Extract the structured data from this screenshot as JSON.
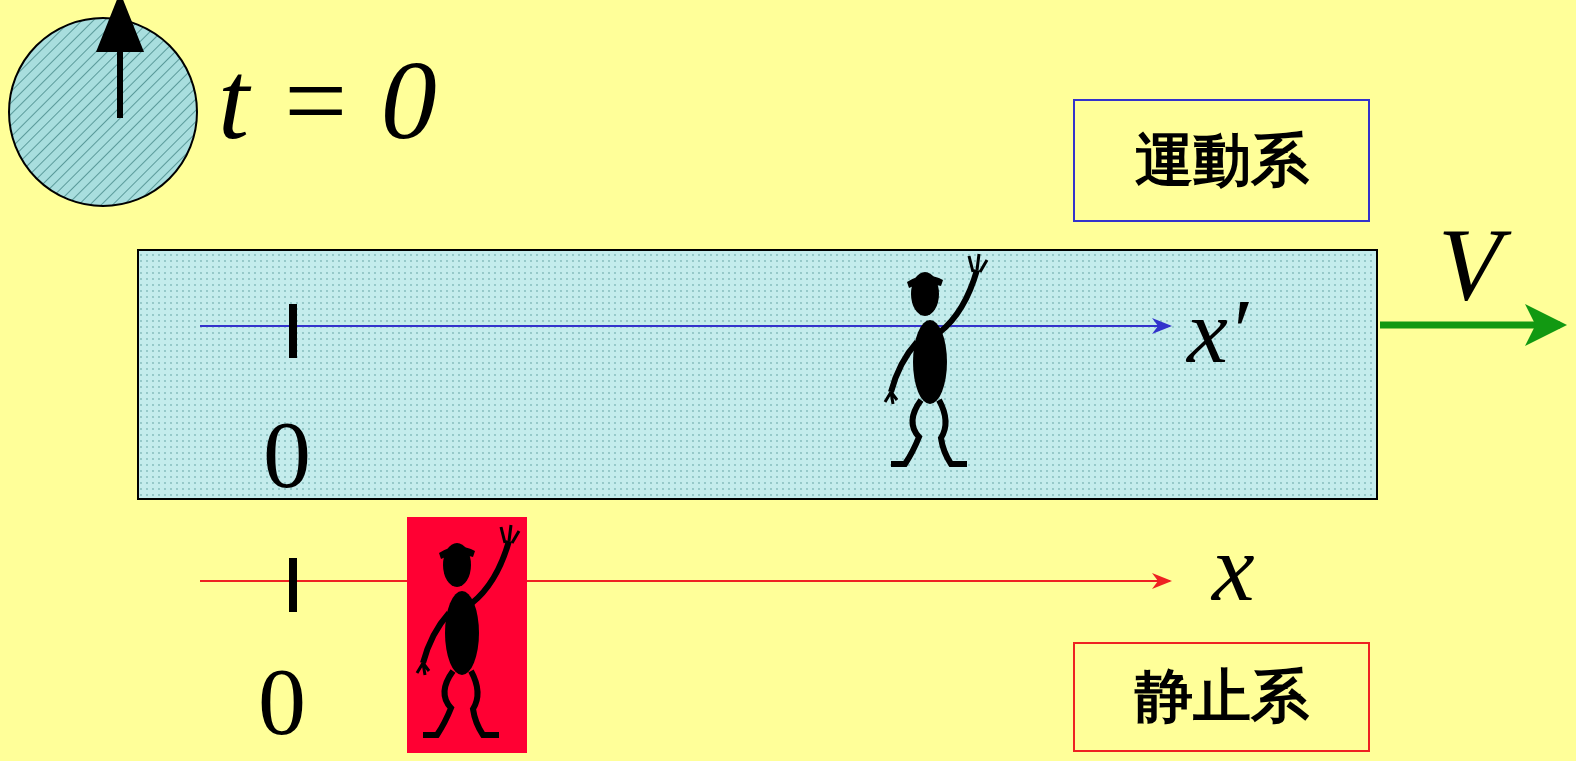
{
  "diagram": {
    "nodes": [
      {
        "text": [
          "運動系"
        ]
      },
      {
        "text": [
          "0",
          "x′"
        ]
      },
      {
        "text": [
          "静止系"
        ]
      }
    ],
    "labels": [
      "t = 0",
      "V",
      "0",
      "x"
    ]
  }
}
